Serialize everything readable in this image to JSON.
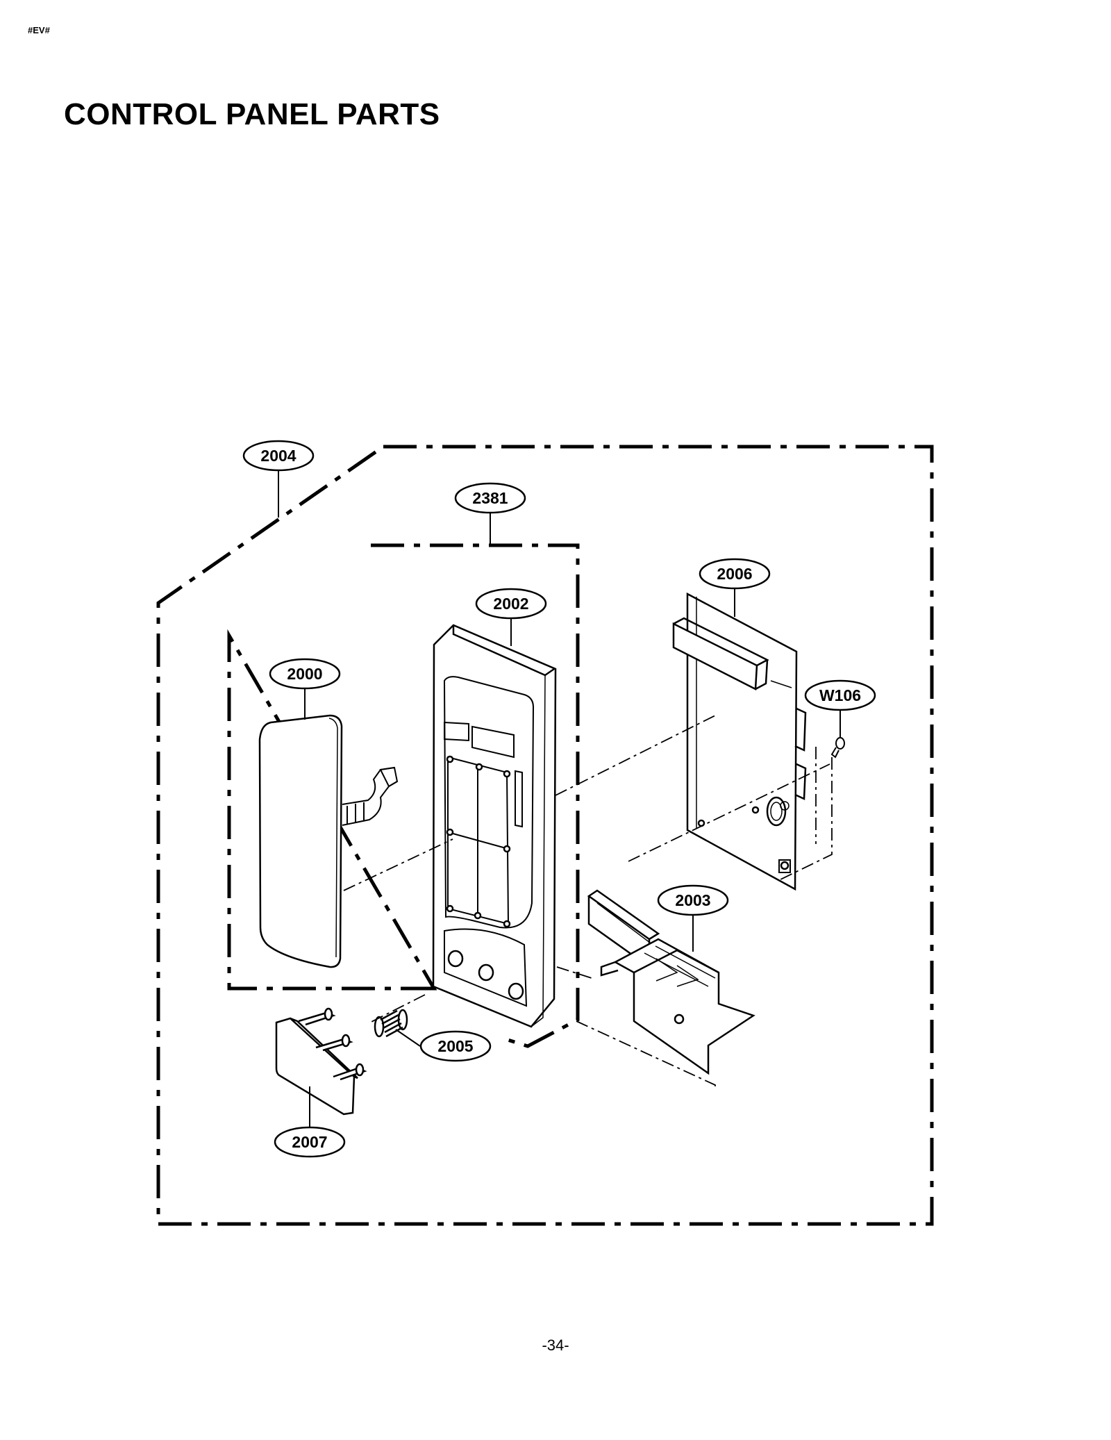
{
  "header": {
    "code": "#EV#"
  },
  "title": "CONTROL PANEL PARTS",
  "callouts": {
    "c2004": "2004",
    "c2381": "2381",
    "c2006": "2006",
    "c2002": "2002",
    "c2000": "2000",
    "cW106": "W106",
    "c2003": "2003",
    "c2005": "2005",
    "c2007": "2007"
  },
  "footer": {
    "page_number": "-34-"
  }
}
